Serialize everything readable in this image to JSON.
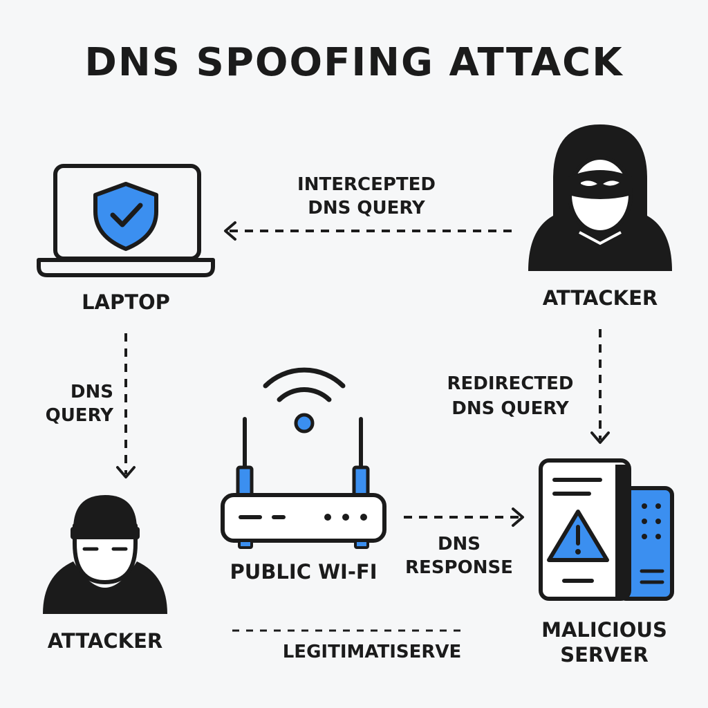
{
  "title": "DNS SPOOFING ATTACK",
  "nodes": {
    "laptop": "LAPTOP",
    "attacker_top": "ATTACKER",
    "attacker_bottom": "ATTACKER",
    "wifi": "PUBLIC WI-FI",
    "server_line1": "MALICIOUS",
    "server_line2": "SERVER"
  },
  "edges": {
    "intercepted_line1": "INTERCEPTED",
    "intercepted_line2": "DNS QUERY",
    "query_line1": "DNS",
    "query_line2": "QUERY",
    "redirected_line1": "REDIRECTED",
    "redirected_line2": "DNS QUERY",
    "response_line1": "DNS",
    "response_line2": "RESPONSE",
    "legitimate": "LEGITIMATISERVE"
  },
  "colors": {
    "accent": "#3b8ff0",
    "ink": "#1b1b1b",
    "background": "#f6f7f8"
  },
  "icons": [
    "shield-check-icon",
    "laptop-icon",
    "hooded-attacker-icon",
    "masked-attacker-icon",
    "wifi-router-icon",
    "server-warning-icon"
  ]
}
